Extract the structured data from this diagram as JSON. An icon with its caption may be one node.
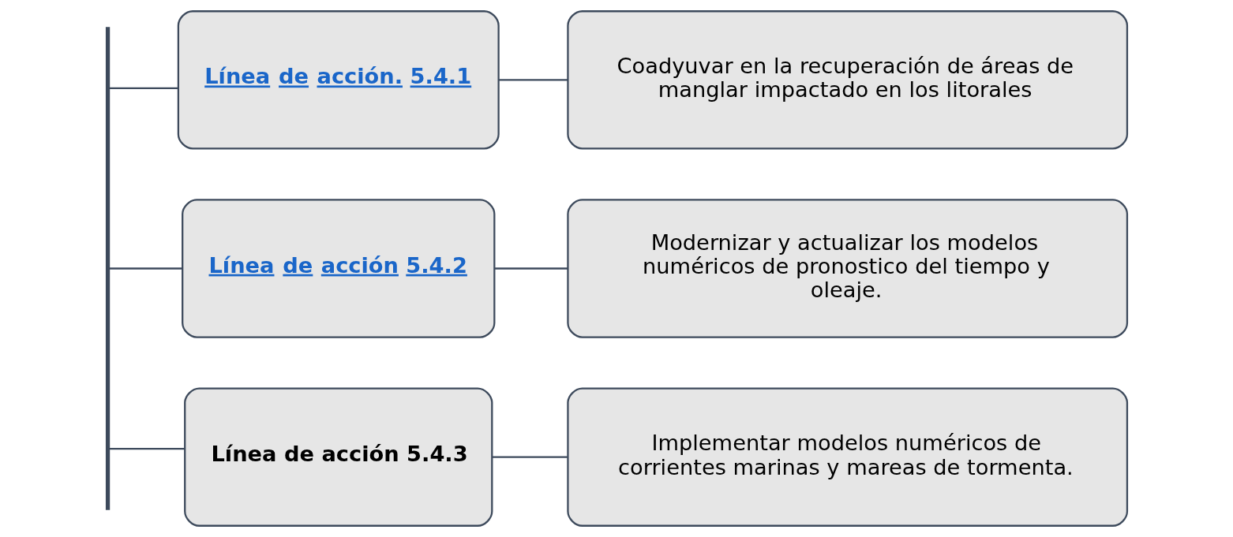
{
  "diagram": {
    "nodes": [
      {
        "text": [],
        "shape": "bar"
      },
      {
        "text": [
          "Línea de acción. 5.4.1"
        ]
      },
      {
        "text": [
          "Coadyuvar en la recuperación de áreas de manglar impactado en los litorales"
        ]
      },
      {
        "text": [
          "Línea de acción 5.4.2"
        ]
      },
      {
        "text": [
          "Modernizar y actualizar los modelos numéricos de pronostico del tiempo y oleaje."
        ]
      },
      {
        "text": [
          "Línea de acción 5.4.3"
        ]
      },
      {
        "text": [
          "Implementar modelos numéricos de corrientes marinas y mareas de tormenta."
        ]
      }
    ],
    "edges": [
      {
        "from": 0,
        "to": 1,
        "arrow": "none"
      },
      {
        "from": 0,
        "to": 3,
        "arrow": "none"
      },
      {
        "from": 0,
        "to": 5,
        "arrow": "none"
      },
      {
        "from": 1,
        "to": 2,
        "arrow": "none"
      },
      {
        "from": 3,
        "to": 4,
        "arrow": "none"
      },
      {
        "from": 5,
        "to": 6,
        "arrow": "none"
      }
    ]
  }
}
